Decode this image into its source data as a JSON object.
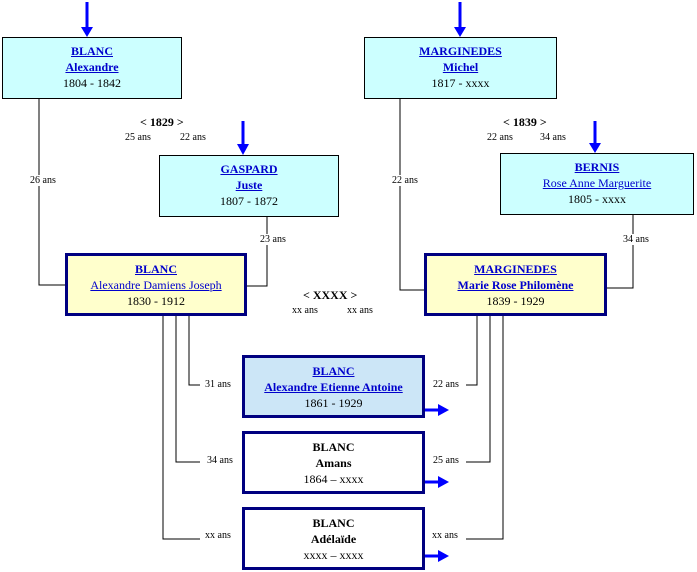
{
  "grandparents": {
    "blanc_alexandre": {
      "surname": "BLANC",
      "given": "Alexandre",
      "dates": "1804 - 1842"
    },
    "marginedes_michel": {
      "surname": "MARGINEDES",
      "given": "Michel",
      "dates": "1817 - xxxx"
    },
    "gaspard_juste": {
      "surname": "GASPARD",
      "given": "Juste",
      "dates": "1807 - 1872"
    },
    "bernis_rose": {
      "surname": "BERNIS",
      "given": "Rose Anne Marguerite",
      "dates": "1805 - xxxx"
    }
  },
  "marriages": {
    "left": {
      "year": "< 1829 >",
      "age_husband": "25 ans",
      "age_wife": "22 ans"
    },
    "right": {
      "year": "< 1839 >",
      "age_husband": "22 ans",
      "age_wife": "34 ans"
    },
    "center": {
      "year": "< XXXX >",
      "age_husband": "xx ans",
      "age_wife": "xx ans"
    }
  },
  "parents": {
    "father": {
      "surname": "BLANC",
      "given": "Alexandre Damiens Joseph",
      "dates": "1830 - 1912"
    },
    "mother": {
      "surname": "MARGINEDES",
      "given": "Marie Rose Philomène",
      "dates": "1839 - 1929"
    }
  },
  "parent_age_labels": {
    "blanc_alexandre_at_father": "26 ans",
    "gaspard_at_father": "23 ans",
    "marginedes_at_mother": "22 ans",
    "bernis_at_mother": "34 ans"
  },
  "children": [
    {
      "surname": "BLANC",
      "given": "Alexandre Etienne Antoine",
      "dates": "1861 - 1929",
      "father_age": "31 ans",
      "mother_age": "22 ans"
    },
    {
      "surname": "BLANC",
      "given": "Amans",
      "dates": "1864 – xxxx",
      "father_age": "34 ans",
      "mother_age": "25 ans"
    },
    {
      "surname": "BLANC",
      "given": "Adélaïde",
      "dates": "xxxx – xxxx",
      "father_age": "xx ans",
      "mother_age": "xx ans"
    }
  ],
  "colors": {
    "line_blue": "#0000ff",
    "box_border": "#000080",
    "gp_fill": "#ccffff",
    "parent_fill": "#ffffcc",
    "child_selected_fill": "#cce6f7"
  }
}
